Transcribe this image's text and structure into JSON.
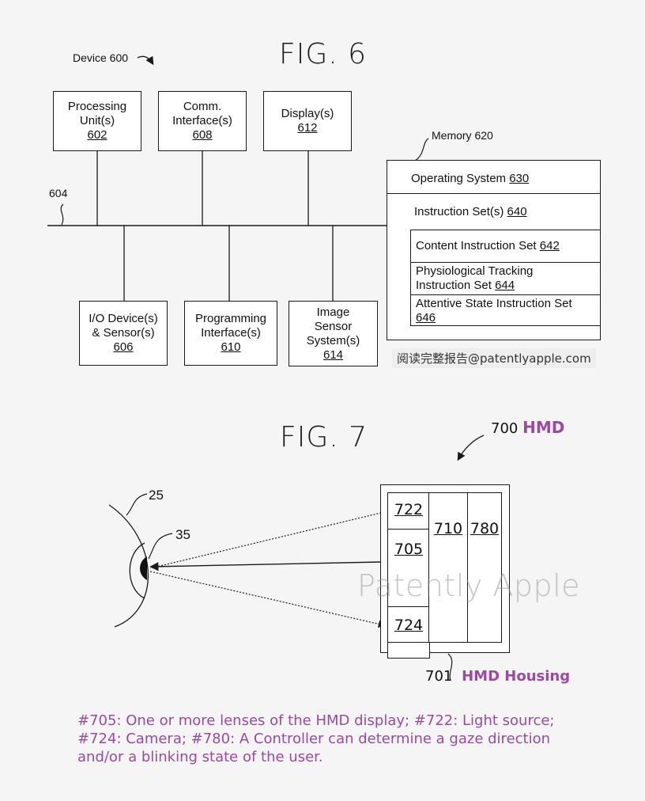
{
  "fig6": {
    "title": "FIG. 6",
    "device_label": "Device 600",
    "bus_label": "604",
    "top_boxes": [
      {
        "lines": [
          "Processing",
          "Unit(s)"
        ],
        "ref": "602"
      },
      {
        "lines": [
          "Comm.",
          "Interface(s)"
        ],
        "ref": "608"
      },
      {
        "lines": [
          "Display(s)"
        ],
        "ref": "612"
      }
    ],
    "bottom_boxes": [
      {
        "lines": [
          "I/O Device(s)",
          "& Sensor(s)"
        ],
        "ref": "606"
      },
      {
        "lines": [
          "Programming",
          "Interface(s)"
        ],
        "ref": "610"
      },
      {
        "lines": [
          "Image",
          "Sensor",
          "System(s)"
        ],
        "ref": "614"
      }
    ],
    "memory": {
      "label": "Memory 620",
      "os": {
        "text": "Operating System ",
        "ref": "630"
      },
      "instruction_sets": {
        "text": "Instruction Set(s) ",
        "ref": "640"
      },
      "content": {
        "text": "Content Instruction Set ",
        "ref": "642"
      },
      "physio": {
        "line1": "Physiological Tracking",
        "text": "Instruction Set ",
        "ref": "644"
      },
      "attentive": {
        "line1": "Attentive State Instruction Set",
        "ref": "646"
      }
    },
    "source_note": "阅读完整报告@patentlyapple.com"
  },
  "fig7": {
    "title": "FIG. 7",
    "hmd_ref": "700",
    "hmd_label": "HMD",
    "eye_ref": "25",
    "pupil_ref": "35",
    "cells": {
      "c722": "722",
      "c705": "705",
      "c724": "724",
      "c710": "710",
      "c780": "780"
    },
    "housing_ref": "701",
    "housing_label": "HMD Housing",
    "watermark": "Patently Apple"
  },
  "caption": {
    "line1": "#705: One or more lenses of the HMD display; #722: Light source;",
    "line2": "#724: Camera; #780: A Controller can determine a gaze direction",
    "line3": "and/or a blinking state of the user."
  },
  "colors": {
    "accent": "#9b4aa3",
    "background": "#f5f5f5",
    "ink": "#1a1a1a"
  }
}
